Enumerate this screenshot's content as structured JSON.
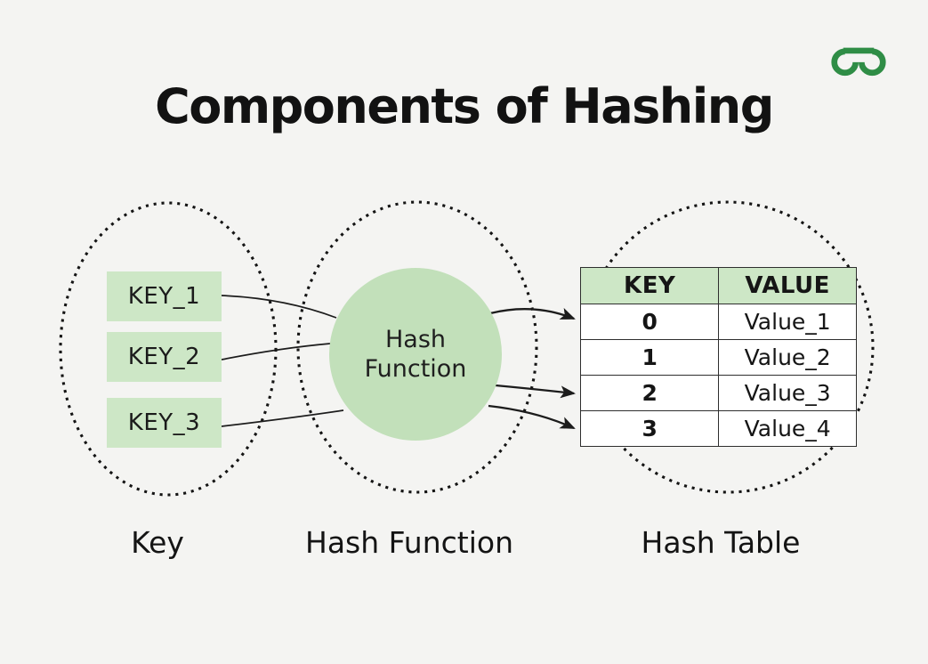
{
  "title": "Components of Hashing",
  "logo": {
    "name": "GeeksforGeeks",
    "color": "#2f8d46"
  },
  "colors": {
    "background": "#f4f4f2",
    "box_green": "#cde7c6",
    "circle_green": "#c2e0ba",
    "line": "#1c1c1c"
  },
  "keys": {
    "items": [
      "KEY_1",
      "KEY_2",
      "KEY_3"
    ],
    "label": "Key"
  },
  "hash_function": {
    "line1": "Hash",
    "line2": "Function",
    "label": "Hash Function"
  },
  "hash_table": {
    "label": "Hash Table",
    "columns": [
      "KEY",
      "VALUE"
    ],
    "rows": [
      [
        "0",
        "Value_1"
      ],
      [
        "1",
        "Value_2"
      ],
      [
        "2",
        "Value_3"
      ],
      [
        "3",
        "Value_4"
      ]
    ]
  }
}
